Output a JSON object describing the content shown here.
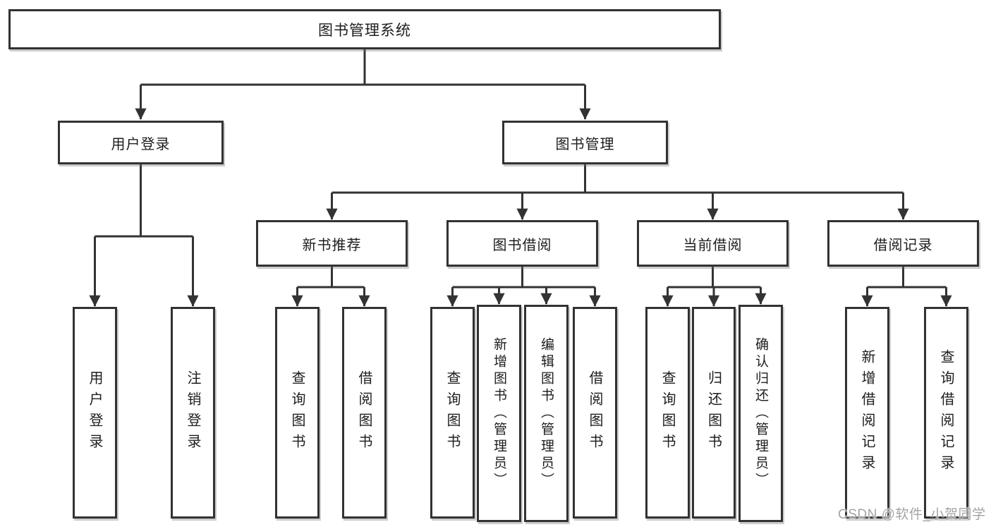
{
  "diagram": {
    "root": {
      "label": "图书管理系统",
      "children": [
        {
          "label": "用户登录",
          "children": [
            {
              "label": "用户登录"
            },
            {
              "label": "注销登录"
            }
          ]
        },
        {
          "label": "图书管理",
          "children": [
            {
              "label": "新书推荐",
              "children": [
                {
                  "label": "查询图书"
                },
                {
                  "label": "借阅图书"
                }
              ]
            },
            {
              "label": "图书借阅",
              "children": [
                {
                  "label": "查询图书"
                },
                {
                  "label": "新增图书（管理员）"
                },
                {
                  "label": "编辑图书（管理员）"
                },
                {
                  "label": "借阅图书"
                }
              ]
            },
            {
              "label": "当前借阅",
              "children": [
                {
                  "label": "查询图书"
                },
                {
                  "label": "归还图书"
                },
                {
                  "label": "确认归还（管理员）"
                }
              ]
            },
            {
              "label": "借阅记录",
              "children": [
                {
                  "label": "新增借阅记录"
                },
                {
                  "label": "查询借阅记录"
                }
              ]
            }
          ]
        }
      ]
    }
  },
  "watermark": {
    "text": "CSDN @软件_小贺同学",
    "color": "#a3a3a3"
  },
  "style": {
    "line_color": "#333333",
    "box_border_color": "#323232",
    "text_color": "#1d1d1d",
    "background": "#ffffff"
  }
}
